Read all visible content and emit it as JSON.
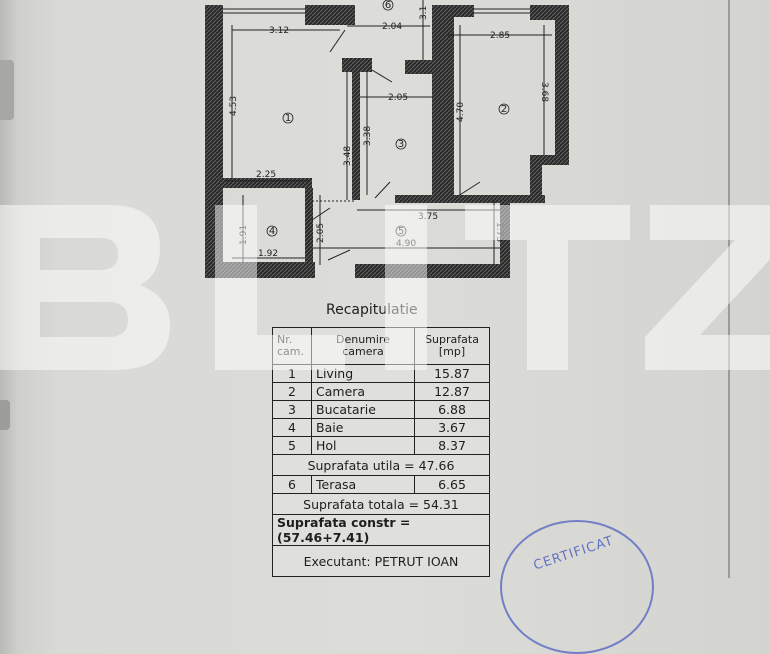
{
  "plan": {
    "dimensions": {
      "living_width": "3.12",
      "terrace_width": "2.04",
      "terrace_depth": "3.1",
      "room2_width": "2.85",
      "living_height": "4.53",
      "kitchen_width": "2.05",
      "living_right": "3.48",
      "kitchen_height": "3.38",
      "room2_left": "4.70",
      "room2_right": "3.68",
      "living_bottom": "2.25",
      "hall_top": "3.75",
      "bath_height": "1.91",
      "hall_left": "2.05",
      "hall_right": "1.73",
      "hall_bottom": "4.90",
      "bath_width": "1.92"
    },
    "rooms": [
      "1",
      "2",
      "3",
      "4",
      "5",
      "6"
    ]
  },
  "recap": {
    "title": "Recapitulatie",
    "headers": [
      "Nr. cam.",
      "Denumire camera",
      "Suprafata [mp]"
    ],
    "rows": [
      {
        "nr": "1",
        "name": "Living",
        "area": "15.87"
      },
      {
        "nr": "2",
        "name": "Camera",
        "area": "12.87"
      },
      {
        "nr": "3",
        "name": "Bucatarie",
        "area": "6.88"
      },
      {
        "nr": "4",
        "name": "Baie",
        "area": "3.67"
      },
      {
        "nr": "5",
        "name": "Hol",
        "area": "8.37"
      }
    ],
    "useful": "Suprafata utila = 47.66",
    "terrace": {
      "nr": "6",
      "name": "Terasa",
      "area": "6.65"
    },
    "total": "Suprafata totala = 54.31",
    "built": "Suprafata constr =(57.46+7.41)",
    "executant": "Executant: PETRUT IOAN"
  },
  "stamp": "CERTIFICAT",
  "watermark": "BLITZ"
}
